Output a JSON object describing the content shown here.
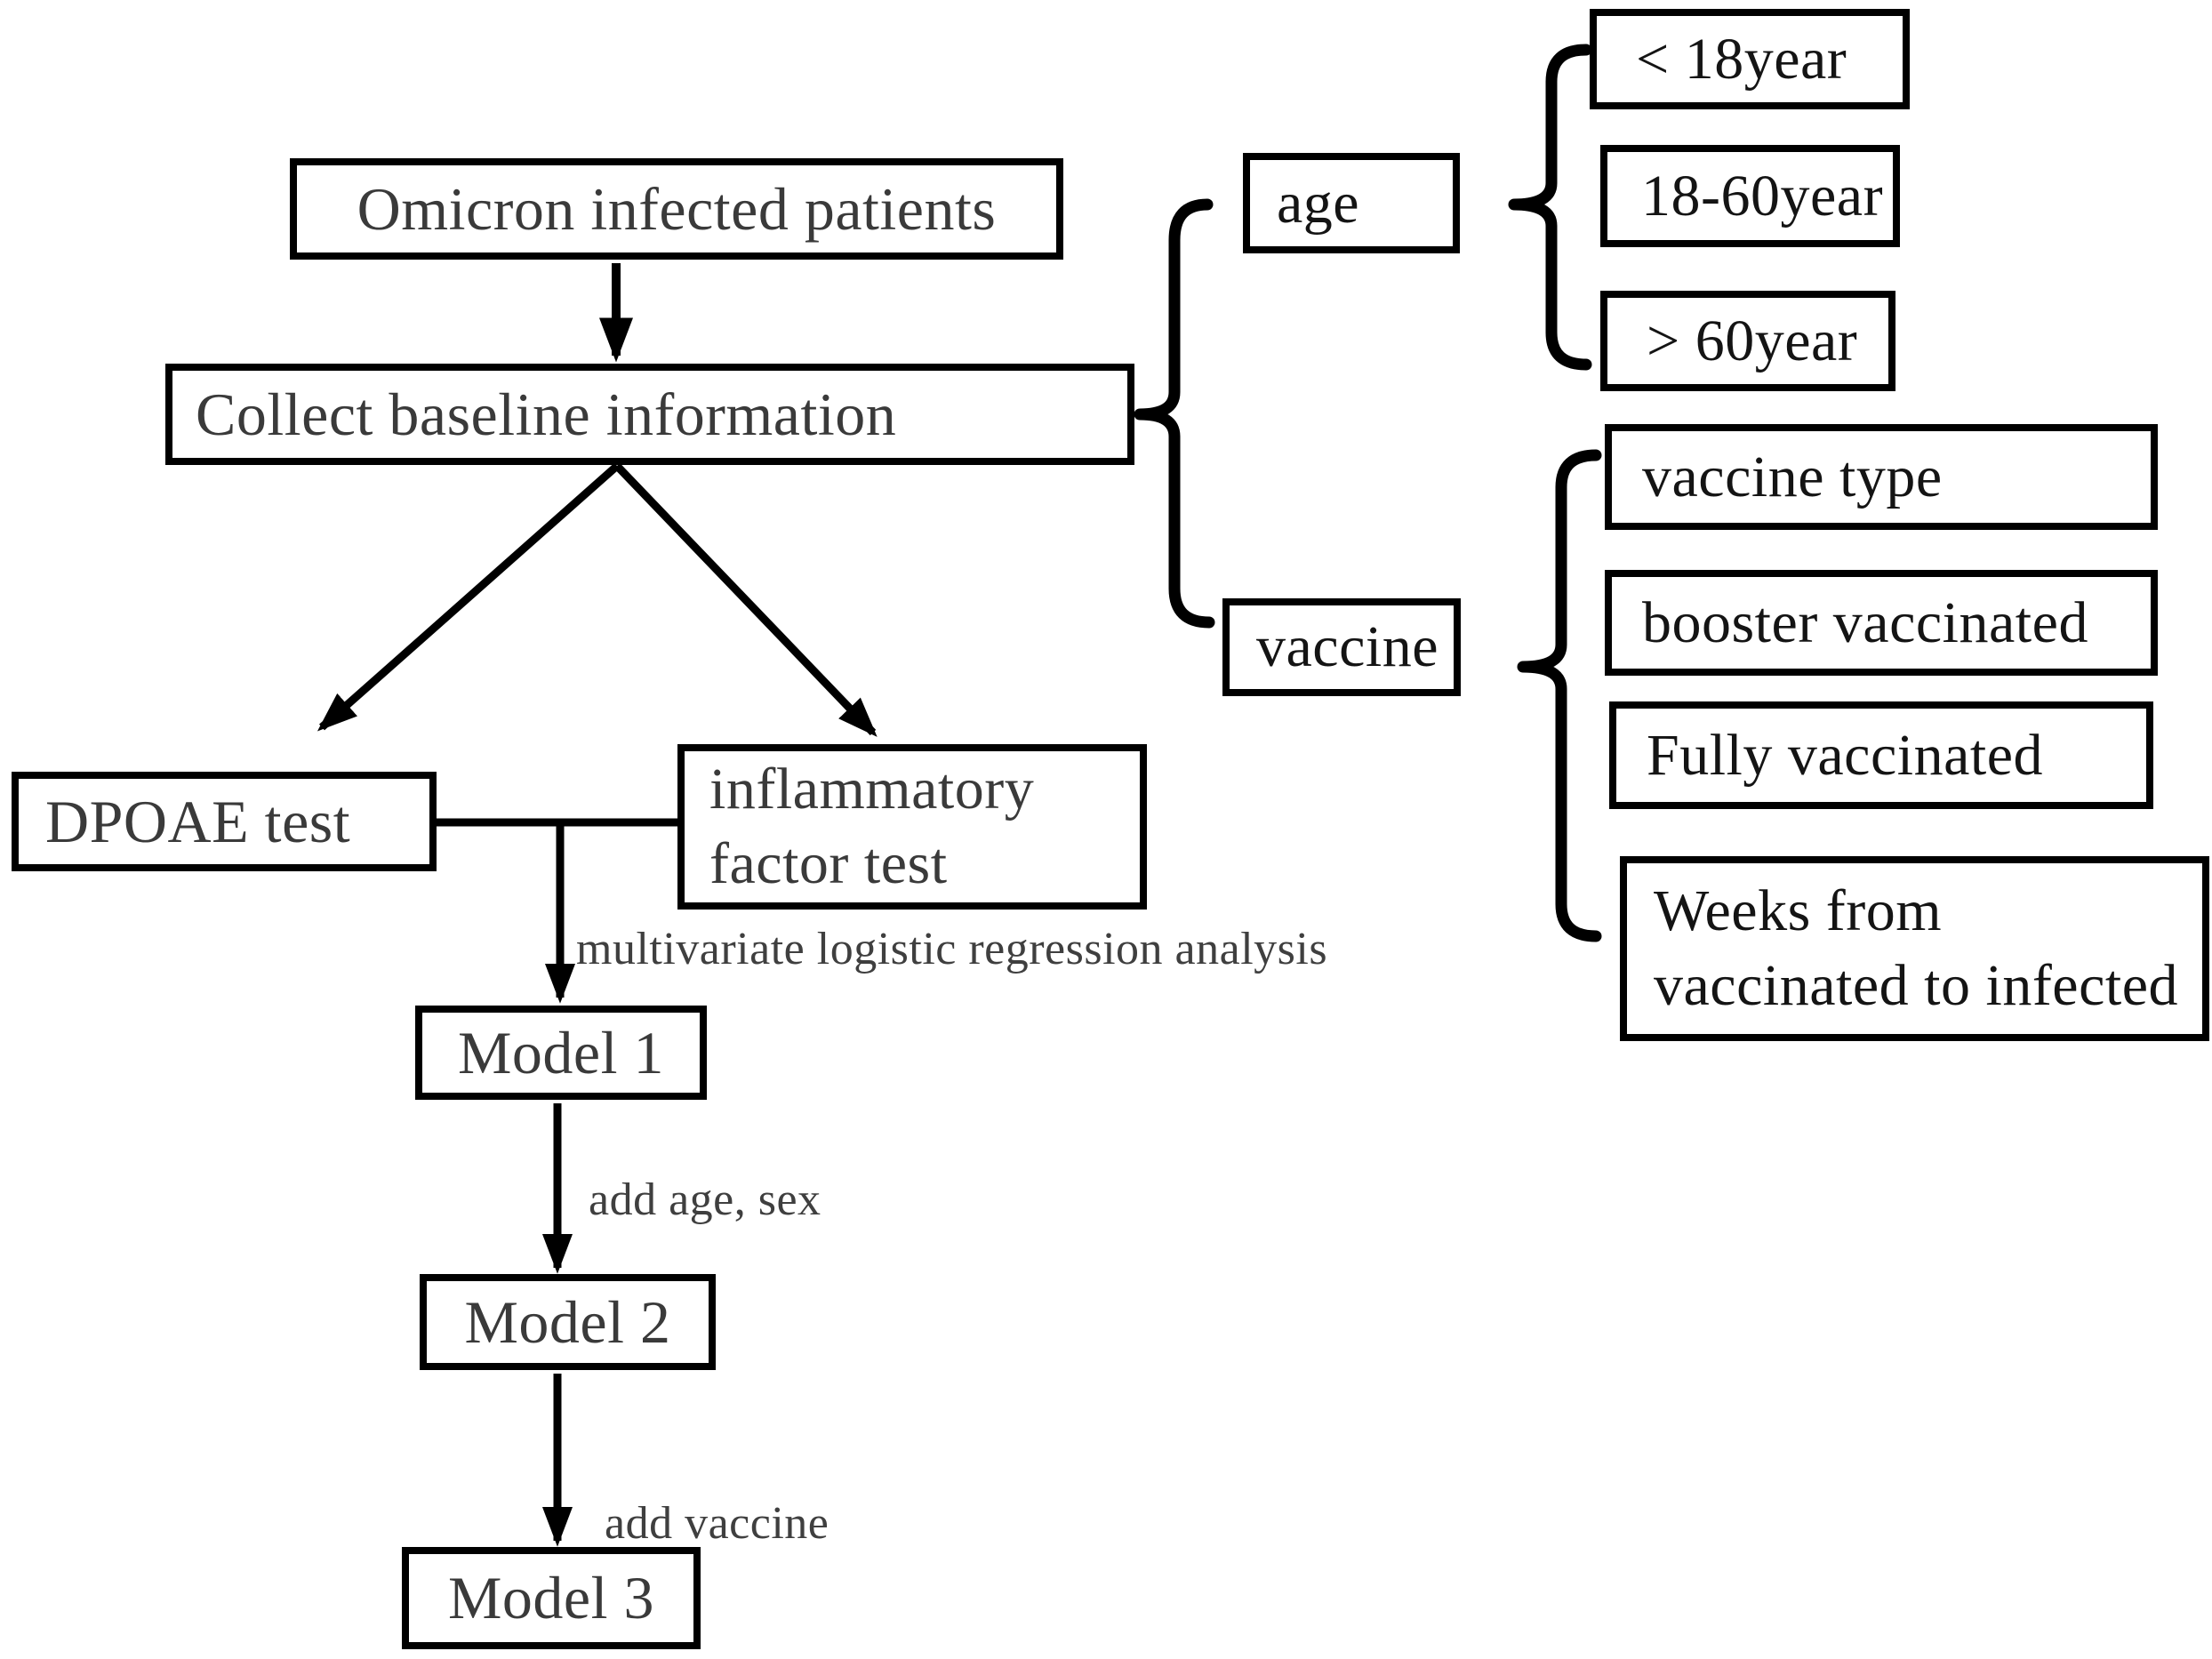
{
  "figure": {
    "type": "flowchart",
    "background": "#ffffff",
    "colors": {
      "box_border": "#000000",
      "connector_line": "#000000",
      "left_box_text": "#3a3a3a",
      "right_box_text": "#141414",
      "annotation_text": "#3f3f3f"
    },
    "nodes": {
      "omicron": {
        "label": "Omicron infected patients"
      },
      "collect": {
        "label": "Collect baseline information"
      },
      "dpoae": {
        "label": "DPOAE test"
      },
      "inflammatory": {
        "line1": "inflammatory",
        "line2": "factor test"
      },
      "model1": {
        "label": "Model 1"
      },
      "model2": {
        "label": "Model 2"
      },
      "model3": {
        "label": "Model 3"
      },
      "age": {
        "label": "age"
      },
      "age_lt18": {
        "label": "< 18year"
      },
      "age_18_60": {
        "label": "18-60year"
      },
      "age_gt60": {
        "label": "> 60year"
      },
      "vaccine": {
        "label": "vaccine"
      },
      "vaccine_type": {
        "label": "vaccine type"
      },
      "booster": {
        "label": "booster vaccinated"
      },
      "fully": {
        "label": "Fully vaccinated"
      },
      "weeks": {
        "line1": "Weeks from",
        "line2": "vaccinated to infected"
      }
    },
    "edge_labels": {
      "regression": "multivariate logistic regression analysis",
      "add_age_sex": "add age, sex",
      "add_vaccine": "add vaccine"
    }
  }
}
